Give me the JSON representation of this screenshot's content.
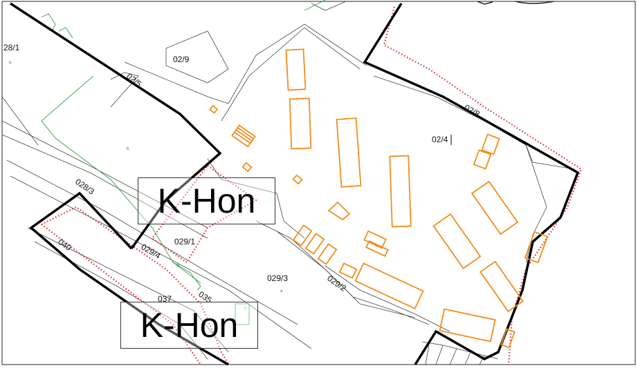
{
  "labels": {
    "p28_1": "28/1",
    "p02_9": "02/9",
    "p02_5": "02/5",
    "p02_8": "02/8",
    "p02_4": "02/4",
    "p028_3": "028/3",
    "p029_1": "029/1",
    "p029_4": "029/4",
    "p029_3": "029/3",
    "p029_2": "029/2",
    "p037": "037",
    "p035": "035",
    "p040": "040"
  },
  "markers": {
    "a1": "a",
    "b1": "b",
    "b2": "b",
    "a2": "a",
    "c1": "c"
  },
  "overlays": {
    "khon_top": "K-Hon",
    "khon_bottom": "K-Hon"
  },
  "colors": {
    "building": "#f28c1e",
    "boundary": "#000000",
    "parcel": "#444444",
    "green": "#2f9e3f",
    "red_dots": "#e0202a"
  }
}
